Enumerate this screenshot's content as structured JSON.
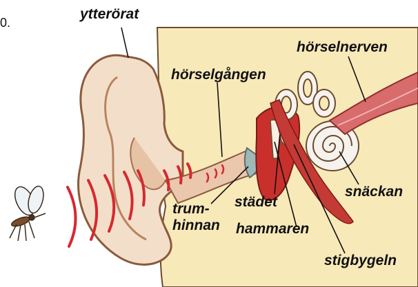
{
  "figure_number": "0.",
  "labels": {
    "outer_ear": "ytterörat",
    "ear_canal": "hörselgången",
    "auditory_nerve": "hörselnerven",
    "cochlea": "snäckan",
    "anvil": "städet",
    "eardrum": "trum-\nhinnan",
    "hammer": "hammaren",
    "stirrup": "stigbygeln"
  },
  "colors": {
    "skin": "#f3dfc9",
    "skin_shade": "#e7c3a6",
    "skin_outline": "#8b5a3c",
    "head_bg": "#f8e9b9",
    "sound_waves": "#d7282f",
    "middle_ear": "#c9302c",
    "nerve": "#d86b6b",
    "leader_lines": "#111111"
  }
}
